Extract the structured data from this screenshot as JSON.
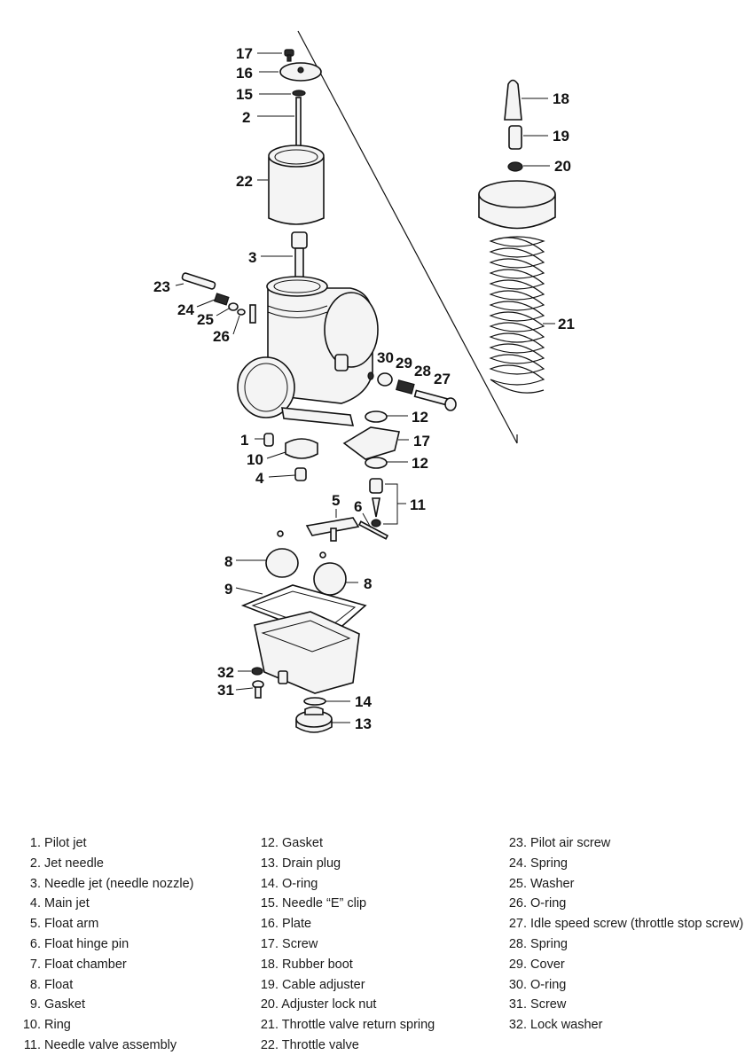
{
  "callouts": {
    "c17a": "17",
    "c16": "16",
    "c15": "15",
    "c2": "2",
    "c22": "22",
    "c3": "3",
    "c23": "23",
    "c24": "24",
    "c25": "25",
    "c26": "26",
    "c18": "18",
    "c19": "19",
    "c20": "20",
    "c21": "21",
    "c30": "30",
    "c29": "29",
    "c28": "28",
    "c27": "27",
    "c12a": "12",
    "c17b": "17",
    "c12b": "12",
    "c11": "11",
    "c1": "1",
    "c10": "10",
    "c4": "4",
    "c5": "5",
    "c6": "6",
    "c8a": "8",
    "c8b": "8",
    "c9": "9",
    "c32": "32",
    "c31": "31",
    "c14": "14",
    "c13": "13"
  },
  "legend": {
    "col1": [
      {
        "n": "1.",
        "t": "Pilot jet"
      },
      {
        "n": "2.",
        "t": "Jet needle"
      },
      {
        "n": "3.",
        "t": "Needle jet (needle nozzle)"
      },
      {
        "n": "4.",
        "t": "Main jet"
      },
      {
        "n": "5.",
        "t": "Float arm"
      },
      {
        "n": "6.",
        "t": "Float hinge pin"
      },
      {
        "n": "7.",
        "t": "Float chamber"
      },
      {
        "n": "8.",
        "t": "Float"
      },
      {
        "n": "9.",
        "t": "Gasket"
      },
      {
        "n": "10.",
        "t": "Ring"
      },
      {
        "n": "11.",
        "t": "Needle valve assembly"
      }
    ],
    "col2": [
      {
        "n": "12.",
        "t": "Gasket"
      },
      {
        "n": "13.",
        "t": "Drain plug"
      },
      {
        "n": "14.",
        "t": "O-ring"
      },
      {
        "n": "15.",
        "t": "Needle “E” clip"
      },
      {
        "n": "16.",
        "t": "Plate"
      },
      {
        "n": "17.",
        "t": "Screw"
      },
      {
        "n": "18.",
        "t": "Rubber boot"
      },
      {
        "n": "19.",
        "t": "Cable adjuster"
      },
      {
        "n": "20.",
        "t": "Adjuster lock nut"
      },
      {
        "n": "21.",
        "t": "Throttle valve return spring"
      },
      {
        "n": "22.",
        "t": "Throttle valve"
      }
    ],
    "col3": [
      {
        "n": "23.",
        "t": "Pilot air screw"
      },
      {
        "n": "24.",
        "t": "Spring"
      },
      {
        "n": "25.",
        "t": "Washer"
      },
      {
        "n": "26.",
        "t": "O-ring"
      },
      {
        "n": "27.",
        "t": "Idle speed screw (throttle stop screw)"
      },
      {
        "n": "28.",
        "t": "Spring"
      },
      {
        "n": "29.",
        "t": "Cover"
      },
      {
        "n": "30.",
        "t": "O-ring"
      },
      {
        "n": "31.",
        "t": "Screw"
      },
      {
        "n": "32.",
        "t": "Lock washer"
      }
    ]
  }
}
